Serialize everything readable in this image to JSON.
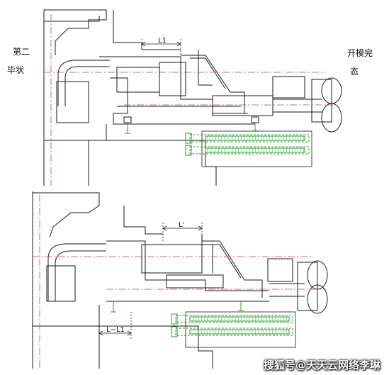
{
  "labels": {
    "left_line1": "第二",
    "left_line2": "毕状",
    "right_line1": "开模完",
    "right_line2": "态"
  },
  "dimensions": {
    "top_gap": "L1",
    "bottom_gap": "L'",
    "bottom_offset": "L−L1"
  },
  "watermark": "搜狐号@天天云网络李琳",
  "colors": {
    "line": "#1a1a1a",
    "centerline": "#d04040",
    "bolts": "#2a9d2a"
  }
}
